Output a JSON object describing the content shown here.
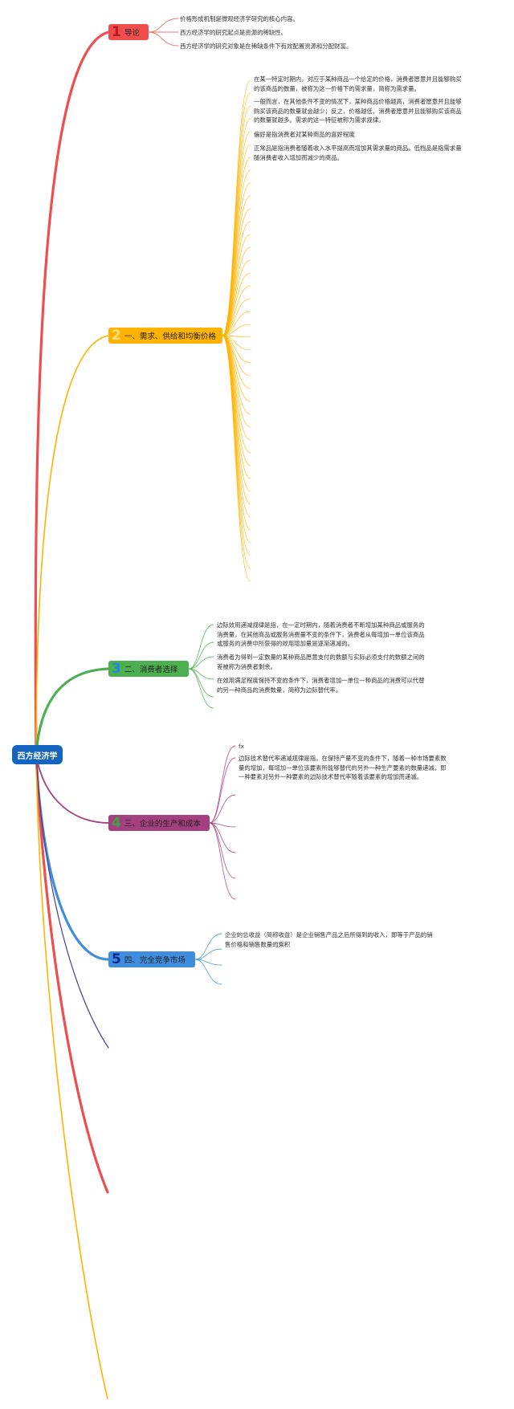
{
  "root": {
    "label": "西方经济学",
    "color": "#1565c0"
  },
  "branches": [
    {
      "id": "b1",
      "number": "1",
      "label": "导论",
      "color": "#f04e4e",
      "num_color": "#b71c1c",
      "leaves": [
        "价格形成机制是微观经济学研究的核心内容。",
        "西方经济学的研究起点是资源的稀缺性。",
        "西方经济学的研究对象是在稀缺条件下有效配置资源和分配财富。"
      ]
    },
    {
      "id": "b2",
      "number": "2",
      "label": "一、需求、供给和均衡价格",
      "color": "#ffb300",
      "num_color": "#ffe082",
      "leaves": [
        "在某一特定时期内，对应于某种商品一个给定的价格，消费者愿意并且能够购买\n的该商品的数量，被称为这一价格下的需求量，简称为需求量。",
        "一般而言，在其他条件不变的情况下，某种商品价格越高，消费者愿意并且能够\n购买该商品的数量就会越少；反之，价格越低，消费者愿意并且能够购买该商品\n的数量就越多。需求的这一特征被称为需求规律。",
        "偏好是指消费者对某种商品的喜好程度",
        "正常品是指消费者随着收入水平提高而增加其需求量的商品。低档品是指需求量\n随消费者收入增加而减少的商品。"
      ]
    },
    {
      "id": "b3",
      "number": "3",
      "label": "二、消费者选择",
      "color": "#4caf50",
      "num_color": "#1e88e5",
      "leaves": [
        "边际效用递减规律是指，在一定时期内，随着消费者不断增加某种商品或服务的\n消费量，在其他商品或服务消费量不变的条件下，消费者从每增加一单位该商品\n或服务的消费中所获得的效用增加量是逐渐递减的。",
        "消费者为得到一定数量的某种商品愿意支付的数额与实际必须支付的数额之间的\n差被称为消费者剩余。",
        "在效用满足程度保持不变的条件下，消费者增加一单位一种商品的消费可以代替\n的另一种商品的消费数量，简称为边际替代率。"
      ]
    },
    {
      "id": "b4",
      "number": "4",
      "label": "三、企业的生产和成本",
      "color": "#a4407f",
      "num_color": "#43a047",
      "leaves": [
        "fx",
        "边际技术替代率递减规律是指，在保持产量不变的条件下，随着一种市场要素数\n量的增加，每增加一单位该要素所能够替代的另外一种生产要素的数量递减，即\n一种要素对另外一种要素的边际技术替代率随着该要素的增加而递减。"
      ]
    },
    {
      "id": "b5",
      "number": "5",
      "label": "四、完全竞争市场",
      "color": "#3f8ddf",
      "num_color": "#0d2a8a",
      "leaves": [
        "企业的总收益（简称收益）是企业销售产品之后所得到的收入，即等于产品的销\n售价格和销售数量的乘积"
      ]
    }
  ]
}
